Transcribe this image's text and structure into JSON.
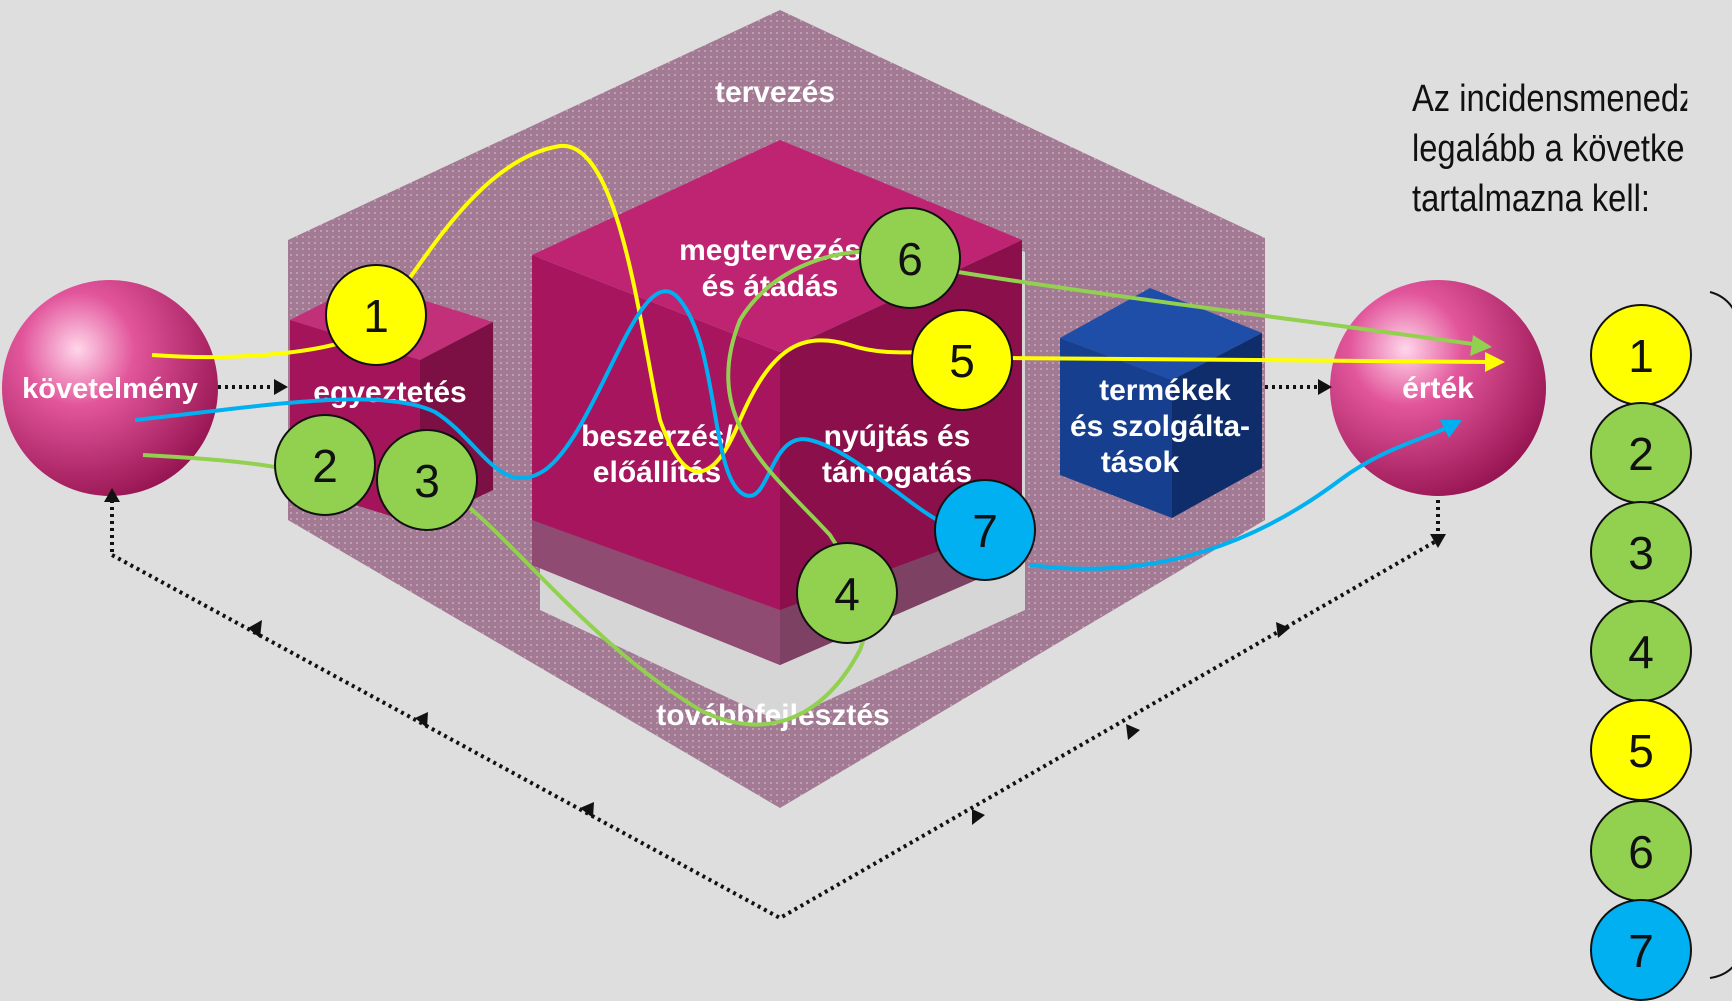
{
  "intro": {
    "line1": "Az incidensmenedz",
    "line2": "legalább a követke",
    "line3": "tartalmazna kell:"
  },
  "diagram": {
    "top_label": "tervezés",
    "bottom_label": "továbbfejlesztés",
    "box_left": "egyeztetés",
    "box_top_line1": "megtervezés",
    "box_top_line2": "és átadás",
    "box_center_line1": "beszerzés/",
    "box_center_line2": "előállítás",
    "box_right_line1": "nyújtás és",
    "box_right_line2": "támogatás",
    "products_line1": "termékek",
    "products_line2": "és szolgálta-",
    "products_line3": "tások",
    "left_sphere": "követelmény",
    "right_sphere": "érték"
  },
  "markers": [
    {
      "num": "1",
      "color": "#ffff00"
    },
    {
      "num": "2",
      "color": "#92d050"
    },
    {
      "num": "3",
      "color": "#92d050"
    },
    {
      "num": "4",
      "color": "#92d050"
    },
    {
      "num": "5",
      "color": "#ffff00"
    },
    {
      "num": "6",
      "color": "#92d050"
    },
    {
      "num": "7",
      "color": "#00b0f0"
    }
  ],
  "legend": [
    {
      "num": "1",
      "color": "#ffff00"
    },
    {
      "num": "2",
      "color": "#92d050"
    },
    {
      "num": "3",
      "color": "#92d050"
    },
    {
      "num": "4",
      "color": "#92d050"
    },
    {
      "num": "5",
      "color": "#ffff00"
    },
    {
      "num": "6",
      "color": "#92d050"
    },
    {
      "num": "7",
      "color": "#00b0f0"
    }
  ],
  "colors": {
    "background": "#dedede",
    "frame": "#9d7388",
    "cube_magenta": "#b0145f",
    "products_blue": "#163f8e",
    "yellow_path": "#ffff00",
    "green_path": "#92d050",
    "blue_path": "#00b0f0"
  }
}
